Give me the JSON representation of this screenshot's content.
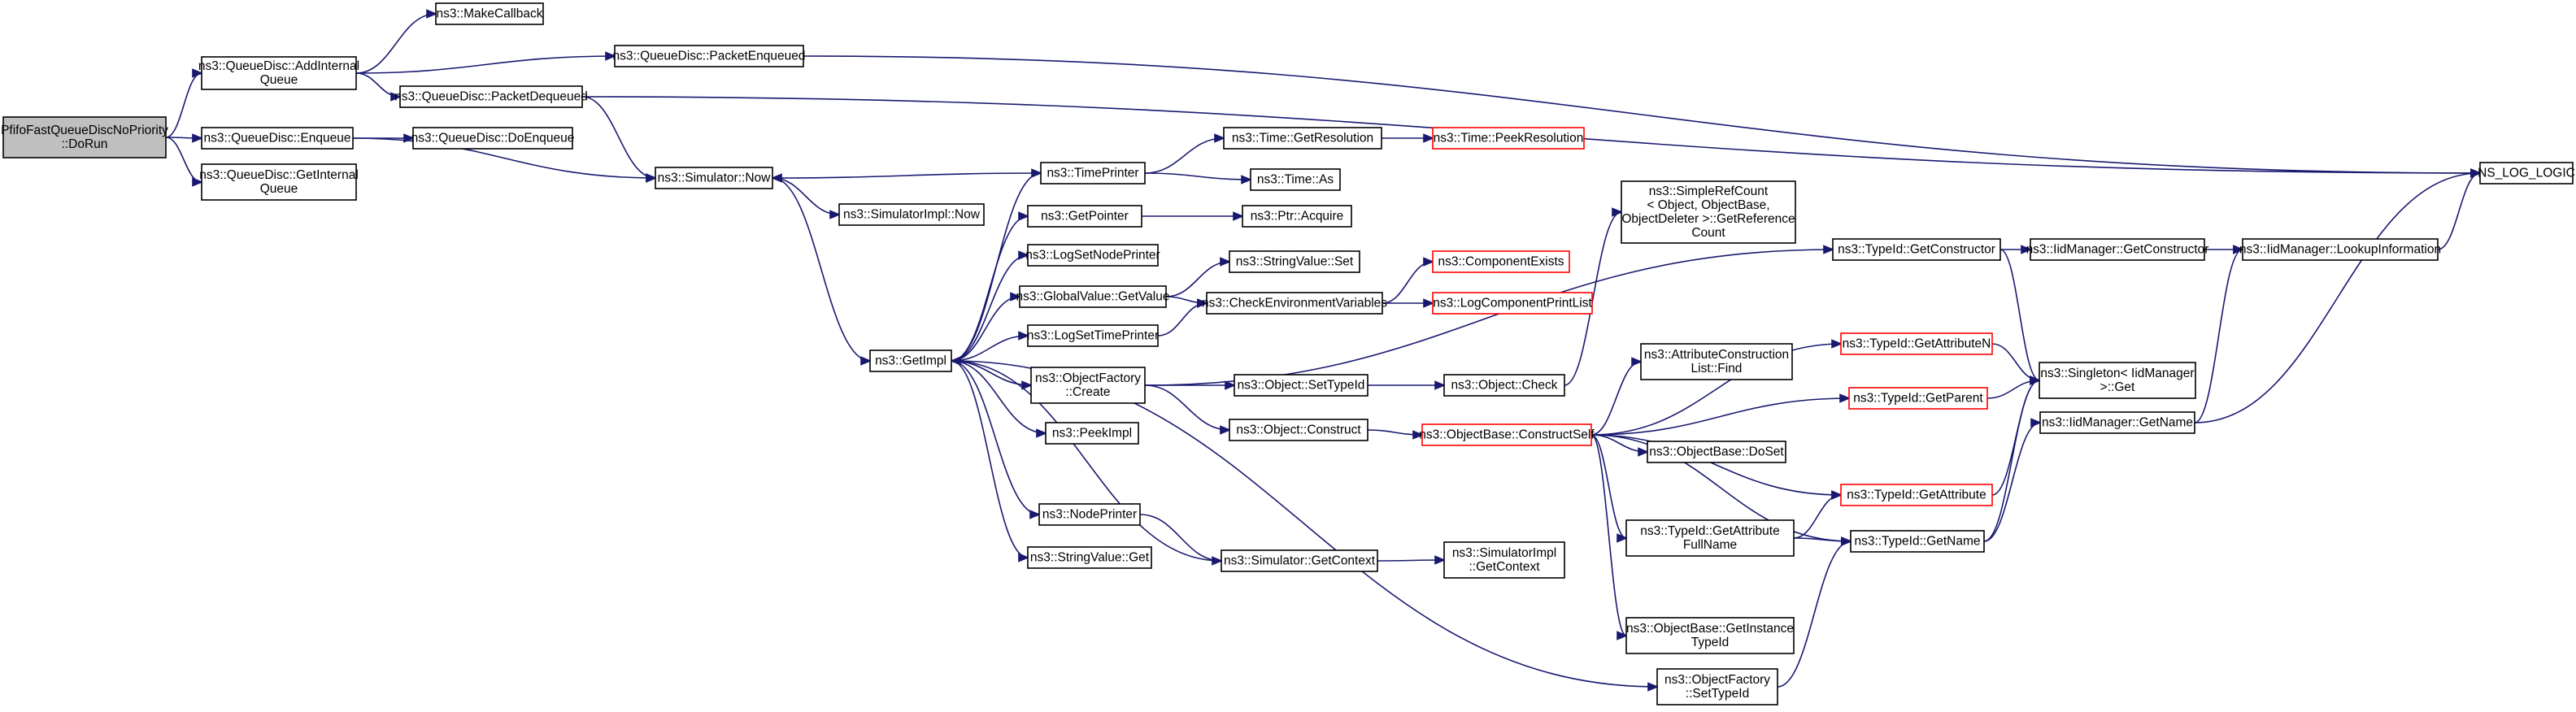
{
  "colors": {
    "edge": "#191970",
    "node_border": "#000000",
    "node_border_truncated": "#ff0000",
    "root_fill": "#bfbfbf",
    "node_fill": "#ffffff"
  },
  "nodes": [
    {
      "id": "root",
      "lines": [
        "PfifoFastQueueDiscNoPriority",
        "::DoRun"
      ],
      "root": true
    },
    {
      "id": "makecallback",
      "lines": [
        "ns3::MakeCallback"
      ]
    },
    {
      "id": "addinternalqueue",
      "lines": [
        "ns3::QueueDisc::AddInternal",
        "Queue"
      ]
    },
    {
      "id": "packetenqueued",
      "lines": [
        "ns3::QueueDisc::PacketEnqueued"
      ]
    },
    {
      "id": "packetdequeued",
      "lines": [
        "ns3::QueueDisc::PacketDequeued"
      ]
    },
    {
      "id": "enqueue",
      "lines": [
        "ns3::QueueDisc::Enqueue"
      ]
    },
    {
      "id": "doenqueue",
      "lines": [
        "ns3::QueueDisc::DoEnqueue"
      ]
    },
    {
      "id": "getinternalqueue",
      "lines": [
        "ns3::QueueDisc::GetInternal",
        "Queue"
      ]
    },
    {
      "id": "simnow",
      "lines": [
        "ns3::Simulator::Now"
      ]
    },
    {
      "id": "simimplnow",
      "lines": [
        "ns3::SimulatorImpl::Now"
      ]
    },
    {
      "id": "getimpl",
      "lines": [
        "ns3::GetImpl"
      ]
    },
    {
      "id": "timeprinter",
      "lines": [
        "ns3::TimePrinter"
      ]
    },
    {
      "id": "getpointer",
      "lines": [
        "ns3::GetPointer"
      ]
    },
    {
      "id": "logsetnodeprinter",
      "lines": [
        "ns3::LogSetNodePrinter"
      ]
    },
    {
      "id": "globalvalueget",
      "lines": [
        "ns3::GlobalValue::GetValue"
      ]
    },
    {
      "id": "logsettimeprinter",
      "lines": [
        "ns3::LogSetTimePrinter"
      ]
    },
    {
      "id": "objectfactorycreate",
      "lines": [
        "ns3::ObjectFactory",
        "::Create"
      ]
    },
    {
      "id": "peekimpl",
      "lines": [
        "ns3::PeekImpl"
      ]
    },
    {
      "id": "nodeprinter",
      "lines": [
        "ns3::NodePrinter"
      ]
    },
    {
      "id": "stringvalueget",
      "lines": [
        "ns3::StringValue::Get"
      ]
    },
    {
      "id": "timegetres",
      "lines": [
        "ns3::Time::GetResolution"
      ]
    },
    {
      "id": "timepeekres",
      "lines": [
        "ns3::Time::PeekResolution"
      ],
      "truncated": true
    },
    {
      "id": "timeas",
      "lines": [
        "ns3::Time::As"
      ]
    },
    {
      "id": "ptracquire",
      "lines": [
        "ns3::Ptr::Acquire"
      ]
    },
    {
      "id": "stringvalueset",
      "lines": [
        "ns3::StringValue::Set"
      ]
    },
    {
      "id": "checkenv",
      "lines": [
        "ns3::CheckEnvironmentVariables"
      ]
    },
    {
      "id": "componentexists",
      "lines": [
        "ns3::ComponentExists"
      ],
      "truncated": true
    },
    {
      "id": "logcomponentprintlist",
      "lines": [
        "ns3::LogComponentPrintList"
      ],
      "truncated": true
    },
    {
      "id": "objectsettypeid",
      "lines": [
        "ns3::Object::SetTypeId"
      ]
    },
    {
      "id": "objectcheck",
      "lines": [
        "ns3::Object::Check"
      ]
    },
    {
      "id": "objectconstruct",
      "lines": [
        "ns3::Object::Construct"
      ]
    },
    {
      "id": "constructself",
      "lines": [
        "ns3::ObjectBase::ConstructSelf"
      ],
      "truncated": true
    },
    {
      "id": "simgetcontext",
      "lines": [
        "ns3::Simulator::GetContext"
      ]
    },
    {
      "id": "simimplgetcontext",
      "lines": [
        "ns3::SimulatorImpl",
        "::GetContext"
      ]
    },
    {
      "id": "simplerefcount",
      "lines": [
        "ns3::SimpleRefCount",
        "< Object, ObjectBase,",
        "ObjectDeleter >::GetReference",
        "Count"
      ]
    },
    {
      "id": "attrconstructionfind",
      "lines": [
        "ns3::AttributeConstruction",
        "List::Find"
      ]
    },
    {
      "id": "objectbasedoset",
      "lines": [
        "ns3::ObjectBase::DoSet"
      ]
    },
    {
      "id": "getattributefullname",
      "lines": [
        "ns3::TypeId::GetAttribute",
        "FullName"
      ]
    },
    {
      "id": "getinstancetypeid",
      "lines": [
        "ns3::ObjectBase::GetInstance",
        "TypeId"
      ]
    },
    {
      "id": "objectfactorysettypeid",
      "lines": [
        "ns3::ObjectFactory",
        "::SetTypeId"
      ]
    },
    {
      "id": "typeidgetconstructor",
      "lines": [
        "ns3::TypeId::GetConstructor"
      ]
    },
    {
      "id": "getattributen",
      "lines": [
        "ns3::TypeId::GetAttributeN"
      ],
      "truncated": true
    },
    {
      "id": "getparent",
      "lines": [
        "ns3::TypeId::GetParent"
      ],
      "truncated": true
    },
    {
      "id": "getattribute",
      "lines": [
        "ns3::TypeId::GetAttribute"
      ],
      "truncated": true
    },
    {
      "id": "typeidgetname",
      "lines": [
        "ns3::TypeId::GetName"
      ]
    },
    {
      "id": "iidgetconstructor",
      "lines": [
        "ns3::IidManager::GetConstructor"
      ]
    },
    {
      "id": "singletonget",
      "lines": [
        "ns3::Singleton< IidManager",
        ">::Get"
      ]
    },
    {
      "id": "iidgetname",
      "lines": [
        "ns3::IidManager::GetName"
      ]
    },
    {
      "id": "lookupinformation",
      "lines": [
        "ns3::IidManager::LookupInformation"
      ]
    },
    {
      "id": "nslog",
      "lines": [
        "NS_LOG_LOGIC"
      ]
    }
  ],
  "edges": [
    [
      "root",
      "addinternalqueue"
    ],
    [
      "root",
      "enqueue"
    ],
    [
      "root",
      "getinternalqueue"
    ],
    [
      "addinternalqueue",
      "makecallback"
    ],
    [
      "addinternalqueue",
      "packetenqueued"
    ],
    [
      "addinternalqueue",
      "packetdequeued"
    ],
    [
      "packetenqueued",
      "nslog"
    ],
    [
      "packetdequeued",
      "nslog"
    ],
    [
      "packetdequeued",
      "simnow"
    ],
    [
      "enqueue",
      "doenqueue"
    ],
    [
      "enqueue",
      "simnow"
    ],
    [
      "simnow",
      "simimplnow"
    ],
    [
      "simnow",
      "getimpl"
    ],
    [
      "timeprinter",
      "simnow"
    ],
    [
      "getimpl",
      "timeprinter"
    ],
    [
      "getimpl",
      "getpointer"
    ],
    [
      "getimpl",
      "logsetnodeprinter"
    ],
    [
      "getimpl",
      "globalvalueget"
    ],
    [
      "getimpl",
      "logsettimeprinter"
    ],
    [
      "getimpl",
      "objectfactorycreate"
    ],
    [
      "getimpl",
      "peekimpl"
    ],
    [
      "getimpl",
      "nodeprinter"
    ],
    [
      "getimpl",
      "stringvalueget"
    ],
    [
      "getimpl",
      "objectfactorysettypeid"
    ],
    [
      "simgetcontext",
      "getimpl"
    ],
    [
      "timeprinter",
      "timegetres"
    ],
    [
      "timeprinter",
      "timeas"
    ],
    [
      "timegetres",
      "timepeekres"
    ],
    [
      "getpointer",
      "ptracquire"
    ],
    [
      "globalvalueget",
      "stringvalueset"
    ],
    [
      "globalvalueget",
      "checkenv"
    ],
    [
      "logsettimeprinter",
      "checkenv"
    ],
    [
      "checkenv",
      "componentexists"
    ],
    [
      "checkenv",
      "logcomponentprintlist"
    ],
    [
      "objectfactorycreate",
      "objectsettypeid"
    ],
    [
      "objectfactorycreate",
      "objectconstruct"
    ],
    [
      "objectfactorycreate",
      "typeidgetconstructor"
    ],
    [
      "objectsettypeid",
      "objectcheck"
    ],
    [
      "objectcheck",
      "simplerefcount"
    ],
    [
      "objectconstruct",
      "constructself"
    ],
    [
      "nodeprinter",
      "simgetcontext"
    ],
    [
      "simgetcontext",
      "simimplgetcontext"
    ],
    [
      "constructself",
      "attrconstructionfind"
    ],
    [
      "constructself",
      "objectbasedoset"
    ],
    [
      "constructself",
      "getattributefullname"
    ],
    [
      "constructself",
      "getinstancetypeid"
    ],
    [
      "constructself",
      "getattributen"
    ],
    [
      "constructself",
      "getparent"
    ],
    [
      "constructself",
      "getattribute"
    ],
    [
      "constructself",
      "typeidgetname"
    ],
    [
      "getattributefullname",
      "getattribute"
    ],
    [
      "getattributefullname",
      "typeidgetname"
    ],
    [
      "objectfactorysettypeid",
      "typeidgetname"
    ],
    [
      "typeidgetconstructor",
      "iidgetconstructor"
    ],
    [
      "typeidgetconstructor",
      "singletonget"
    ],
    [
      "getattributen",
      "singletonget"
    ],
    [
      "getparent",
      "singletonget"
    ],
    [
      "getattribute",
      "singletonget"
    ],
    [
      "typeidgetname",
      "singletonget"
    ],
    [
      "typeidgetname",
      "iidgetname"
    ],
    [
      "iidgetconstructor",
      "lookupinformation"
    ],
    [
      "iidgetname",
      "lookupinformation"
    ],
    [
      "lookupinformation",
      "nslog"
    ],
    [
      "iidgetname",
      "nslog"
    ]
  ]
}
